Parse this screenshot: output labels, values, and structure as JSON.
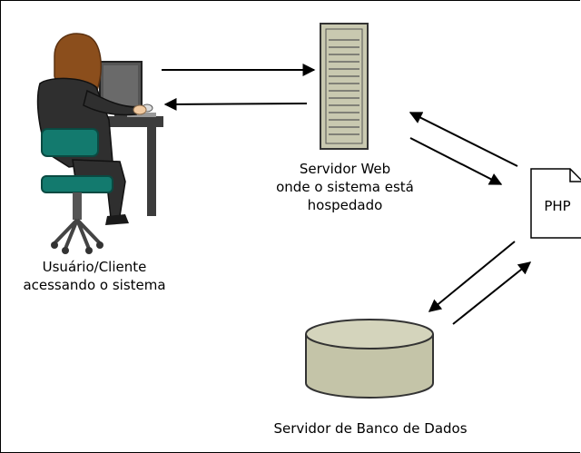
{
  "labels": {
    "client": "Usuário/Cliente\nacessando o sistema",
    "web_server": "Servidor Web\nonde o sistema está\nhospedado",
    "php": "PHP",
    "db_server": "Servidor de Banco de Dados"
  },
  "colors": {
    "server": "#c9c9b0",
    "database": "#c4c4a8",
    "chair": "#137a6e",
    "hair": "#8b4e1c",
    "skin": "#f0c9a0",
    "clothes": "#2f2f2f",
    "desk": "#3c3c3c"
  },
  "icons": [
    "person-at-computer-icon",
    "server-tower-icon",
    "php-file-icon",
    "database-cylinder-icon"
  ]
}
